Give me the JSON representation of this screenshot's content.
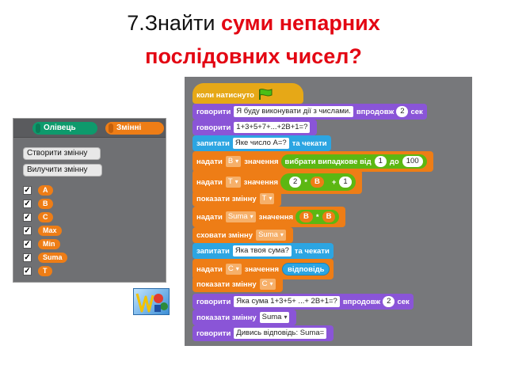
{
  "title": {
    "line1_plain": "7.Знайти  ",
    "line1_red": "суми непарних",
    "line2_red": "послідовних чисел?"
  },
  "palette": {
    "tabs": {
      "pen": "Олівець",
      "variables": "Змінні"
    },
    "buttons": {
      "create": "Створити змінну",
      "delete": "Вилучити змінну"
    },
    "variables": [
      "A",
      "B",
      "C",
      "Max",
      "Min",
      "Suma",
      "T"
    ],
    "checkmark": "✓"
  },
  "script": {
    "hat": "коли натиснуто",
    "b1": {
      "verb": "говорити",
      "text": "Я буду виконувати дії з числами.",
      "for": "впродовж",
      "secs": "2",
      "unit": "сек"
    },
    "b2": {
      "verb": "говорити",
      "text": "1+3+5+7+...+2B+1=?"
    },
    "b3": {
      "verb": "запитати",
      "text": "Яке  число А=?",
      "wait": "та чекати"
    },
    "b4": {
      "verb": "надати",
      "var": "B",
      "value": "значення",
      "random": "вибрати випадкове від",
      "from": "1",
      "to_word": "до",
      "to": "100"
    },
    "b5": {
      "verb": "надати",
      "var": "T",
      "value": "значення",
      "n2": "2",
      "mul": "*",
      "vb": "B",
      "plus": "+",
      "n1": "1"
    },
    "b6": {
      "verb": "показати змінну",
      "var": "T"
    },
    "b7": {
      "verb": "надати",
      "var": "Suma",
      "value": "значення",
      "va": "B",
      "mul": "*",
      "vb": "B"
    },
    "b8": {
      "verb": "сховати змінну",
      "var": "Suma"
    },
    "b9": {
      "verb": "запитати",
      "text": "Яка твоя сума?",
      "wait": "та чекати"
    },
    "b10": {
      "verb": "надати",
      "var": "C",
      "value": "значення",
      "answer": "відповідь"
    },
    "b11": {
      "verb": "показати змінну",
      "var": "C"
    },
    "b12": {
      "verb": "говорити",
      "text": "Яка сума 1+3+5+ ...+ 2B+1=?",
      "for": "впродовж",
      "secs": "2",
      "unit": "сек"
    },
    "b13": {
      "verb": "показати змінну",
      "var": "Suma"
    },
    "b14": {
      "verb": "говорити",
      "text": "Дивись відповідь: Suma="
    }
  },
  "colors": {
    "title_red": "#e30613",
    "looks": "#8a55d7",
    "sensing": "#2ca5e2",
    "data": "#ee7d16",
    "events": "#e6a817",
    "operators": "#5cb712"
  },
  "icons": {
    "flag": "green-flag-icon",
    "logo": "scratch-logo"
  }
}
